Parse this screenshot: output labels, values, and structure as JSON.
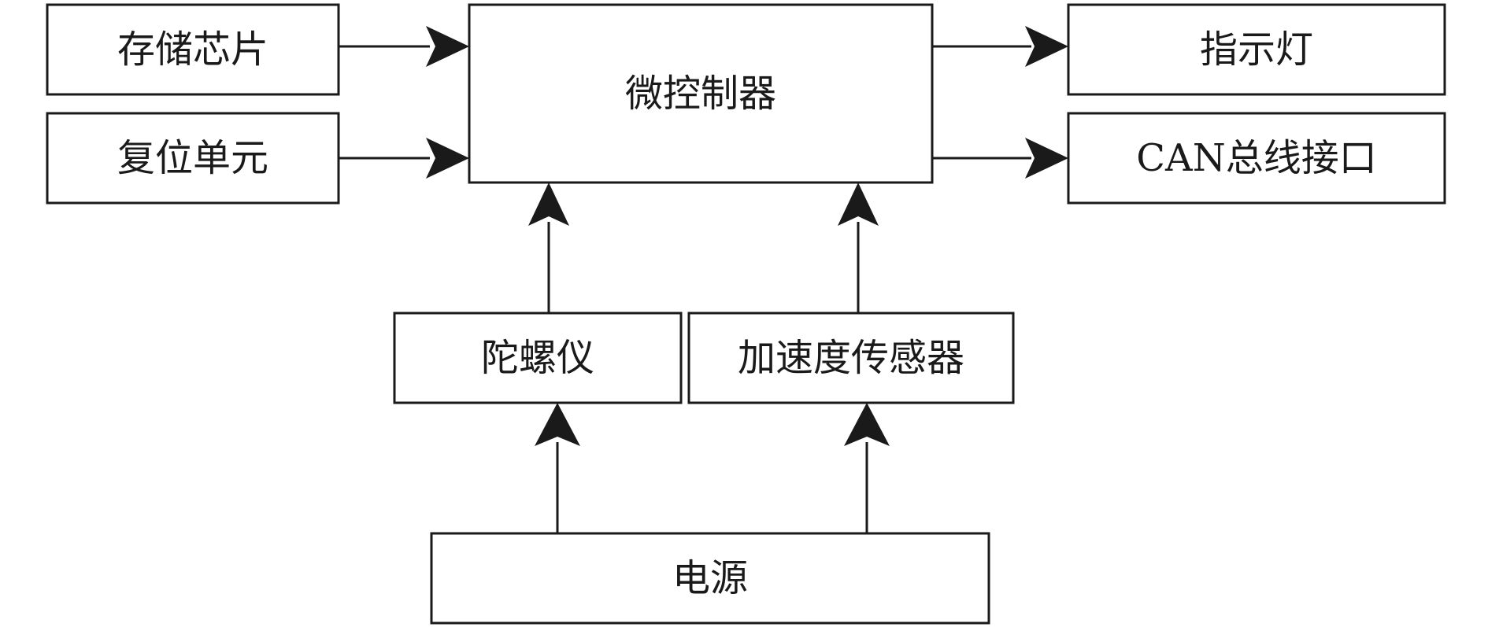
{
  "colors": {
    "stroke": "#1a1a1a",
    "background": "#ffffff"
  },
  "blocks": {
    "storage_chip": "存储芯片",
    "reset_unit": "复位单元",
    "microcontroller": "微控制器",
    "indicator_light": "指示灯",
    "can_interface": "CAN总线接口",
    "gyroscope": "陀螺仪",
    "accelerometer": "加速度传感器",
    "power_supply": "电源"
  },
  "connections": [
    {
      "from": "storage_chip",
      "to": "microcontroller"
    },
    {
      "from": "reset_unit",
      "to": "microcontroller"
    },
    {
      "from": "microcontroller",
      "to": "indicator_light"
    },
    {
      "from": "microcontroller",
      "to": "can_interface"
    },
    {
      "from": "gyroscope",
      "to": "microcontroller"
    },
    {
      "from": "accelerometer",
      "to": "microcontroller"
    },
    {
      "from": "power_supply",
      "to": "gyroscope"
    },
    {
      "from": "power_supply",
      "to": "accelerometer"
    }
  ]
}
